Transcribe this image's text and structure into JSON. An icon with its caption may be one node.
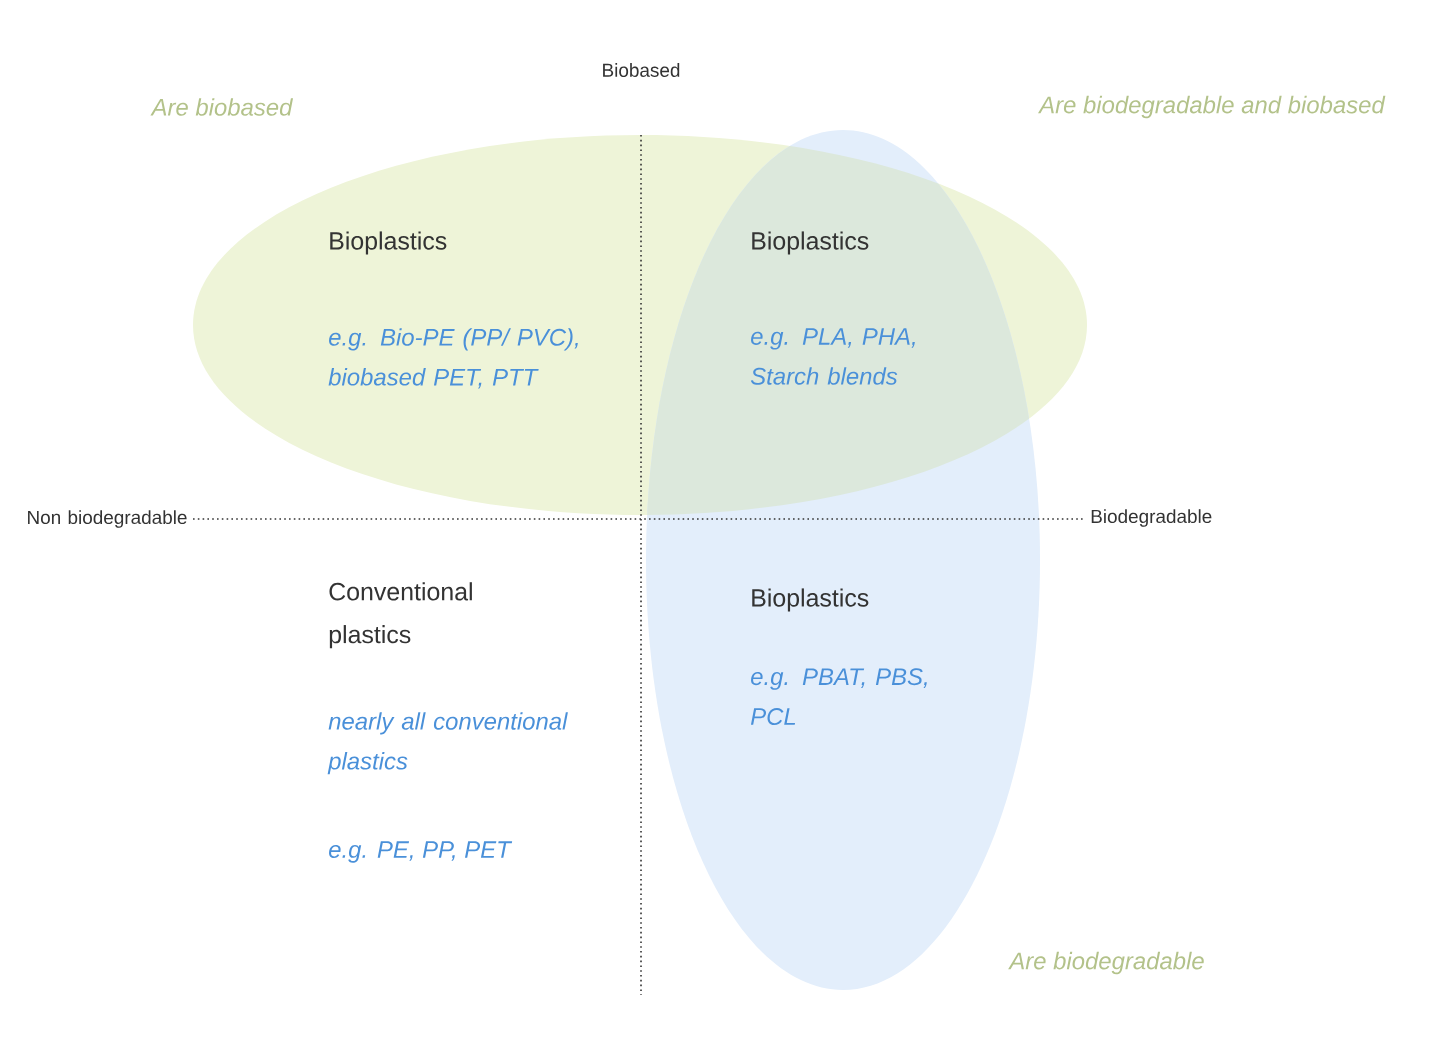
{
  "diagram": {
    "nodes": [
      {
        "text": [],
        "shape": "ellipse",
        "beside": [
          "Are biobased"
        ]
      },
      {
        "text": [],
        "shape": "ellipse",
        "beside": [
          "Are biodegradable"
        ]
      }
    ],
    "labels": [
      "Biobased",
      "Are biodegradable and biobased",
      "Bioplastics",
      "e.g. Bio-PE (PP/ PVC), biobased PET, PTT",
      "Bioplastics",
      "e.g. PLA, PHA, Starch blends",
      "Non biodegradable",
      "Biodegradable",
      "Conventional plastics",
      "nearly all conventional plastics",
      "e.g. PE, PP, PET",
      "Bioplastics",
      "e.g. PBAT, PBS, PCL"
    ]
  }
}
